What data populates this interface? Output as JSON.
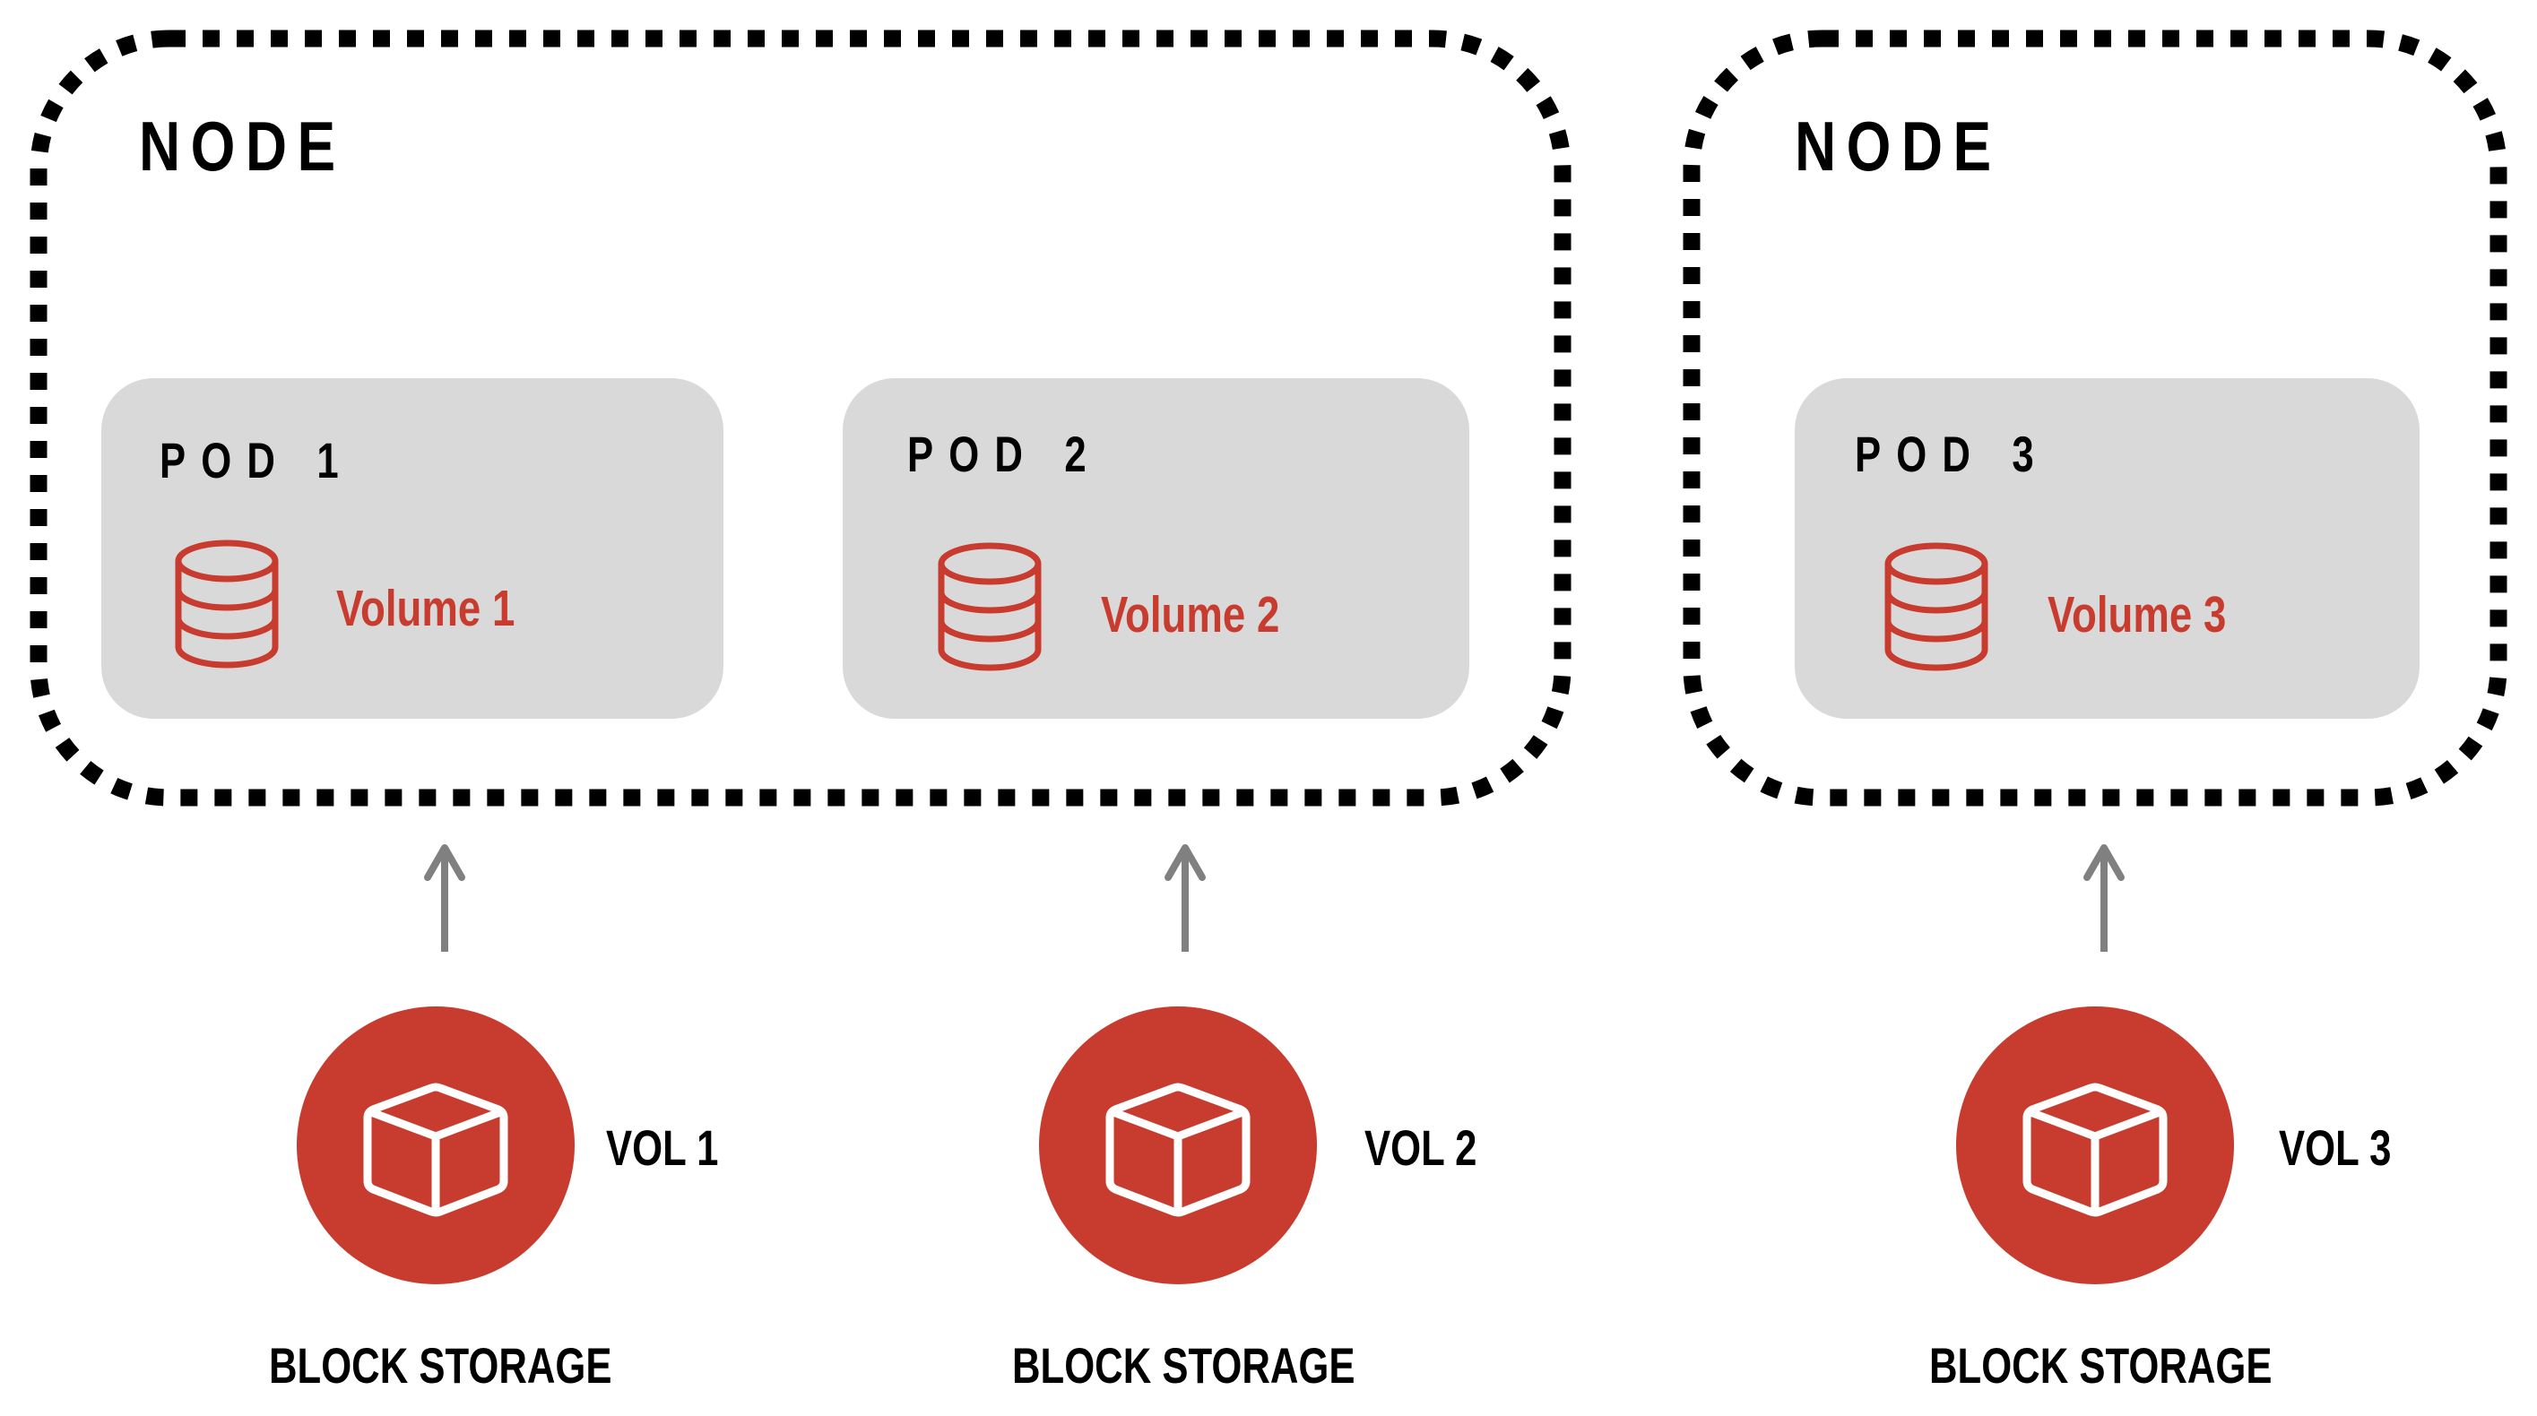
{
  "nodes": [
    {
      "label": "NODE"
    },
    {
      "label": "NODE"
    }
  ],
  "pods": [
    {
      "label": "POD 1",
      "volume_label": "Volume 1",
      "icon": "database-icon"
    },
    {
      "label": "POD 2",
      "volume_label": "Volume 2",
      "icon": "database-icon"
    },
    {
      "label": "POD 3",
      "volume_label": "Volume 3",
      "icon": "database-icon"
    }
  ],
  "storage": [
    {
      "volume_tag": "VOL 1",
      "caption": "BLOCK STORAGE",
      "icon": "cube-icon"
    },
    {
      "volume_tag": "VOL 2",
      "caption": "BLOCK STORAGE",
      "icon": "cube-icon"
    },
    {
      "volume_tag": "VOL 3",
      "caption": "BLOCK STORAGE",
      "icon": "cube-icon"
    }
  ],
  "connections": [
    {
      "from": "VOL 1",
      "to": "POD 1",
      "icon": "arrow-up-icon"
    },
    {
      "from": "VOL 2",
      "to": "POD 2",
      "icon": "arrow-up-icon"
    },
    {
      "from": "VOL 3",
      "to": "POD 3",
      "icon": "arrow-up-icon"
    }
  ],
  "colors": {
    "accent_red": "#c73c2e",
    "pod_background": "#d9d9d9",
    "arrow_gray": "#808080",
    "node_border": "#000000"
  }
}
